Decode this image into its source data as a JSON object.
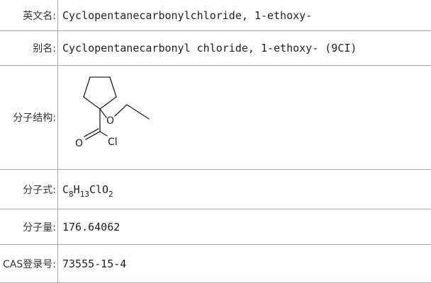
{
  "rows": [
    {
      "label": "英文名:",
      "value": "Cyclopentanecarbonylchloride, 1-ethoxy-"
    },
    {
      "label": "别名:",
      "value": "Cyclopentanecarbonyl chloride, 1-ethoxy- (9CI)"
    },
    {
      "label": "分子结构:",
      "structure_atoms": {
        "oxygen_ether": "O",
        "oxygen_carbonyl": "O",
        "chlorine": "Cl"
      }
    },
    {
      "label": "分子式:",
      "formula": {
        "p1": "C",
        "s1": "8",
        "p2": "H",
        "s2": "13",
        "p3": "ClO",
        "s3": "2"
      }
    },
    {
      "label": "分子量:",
      "value": "176.64062"
    },
    {
      "label": "CAS登录号:",
      "value": "73555-15-4"
    }
  ]
}
